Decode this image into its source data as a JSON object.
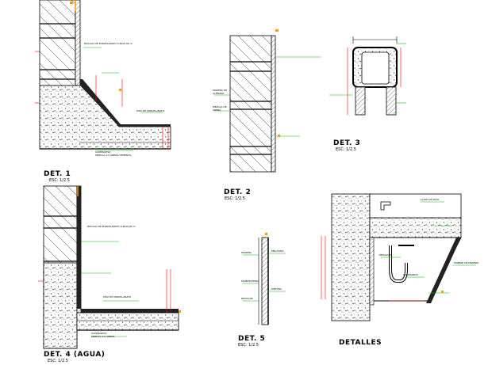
{
  "details": [
    {
      "id": "det1",
      "title": "DET. 1",
      "scale": "ESC: 1/2.5"
    },
    {
      "id": "det2",
      "title": "DET. 2",
      "scale": "ESC: 1/2.5"
    },
    {
      "id": "det3",
      "title": "DET. 3",
      "scale": "ESC: 1/2.5"
    },
    {
      "id": "det4",
      "title": "DET. 4 (AGUA)",
      "scale": "ESC: 1/2.5"
    },
    {
      "id": "det5",
      "title": "DET. 5",
      "scale": "ESC: 1/2.5"
    },
    {
      "id": "detalles",
      "title": "DETALLES",
      "scale": ""
    }
  ],
  "notes": {
    "det1_a": "ZOCALO DE PORCELANATO 0.60x0.60 m",
    "det1_b": "PISO DE PORCELANATO",
    "det1_c": "CONTRAPISO",
    "det1_d": "MEZCLA 1:5 ARENA CEMENTO",
    "det2_a": "MADERA DE",
    "det2_b": "ALFEIZAR",
    "det2_c": "MEZCLA DE",
    "det2_d": "ARENA",
    "det4_a": "ZOCALO DE PORCELANATO 0.60x0.60 m",
    "det4_b": "PISO DE PORCELANATO",
    "det4_c": "CONTRAPISO",
    "det4_d": "MEZCLA 1:5 ARENA",
    "det5_a": "MADERA",
    "det5_b": "MAMPOSTERIA",
    "det5_c": "REVOQUE",
    "det5_d": "ENLUCIDO",
    "det5_e": "PINTURA",
    "detalles_a": "LLAVE DE PASO",
    "detalles_b": "DESAGUE",
    "detalles_c": "LAVAMANOS",
    "detalles_d": "MUEBLE DE MADERA"
  },
  "colors": {
    "line": "#000000",
    "leader": "#00c000",
    "dim": "#ff0000",
    "text_ann": "#ff9900",
    "concrete": "#6b6b6b"
  }
}
